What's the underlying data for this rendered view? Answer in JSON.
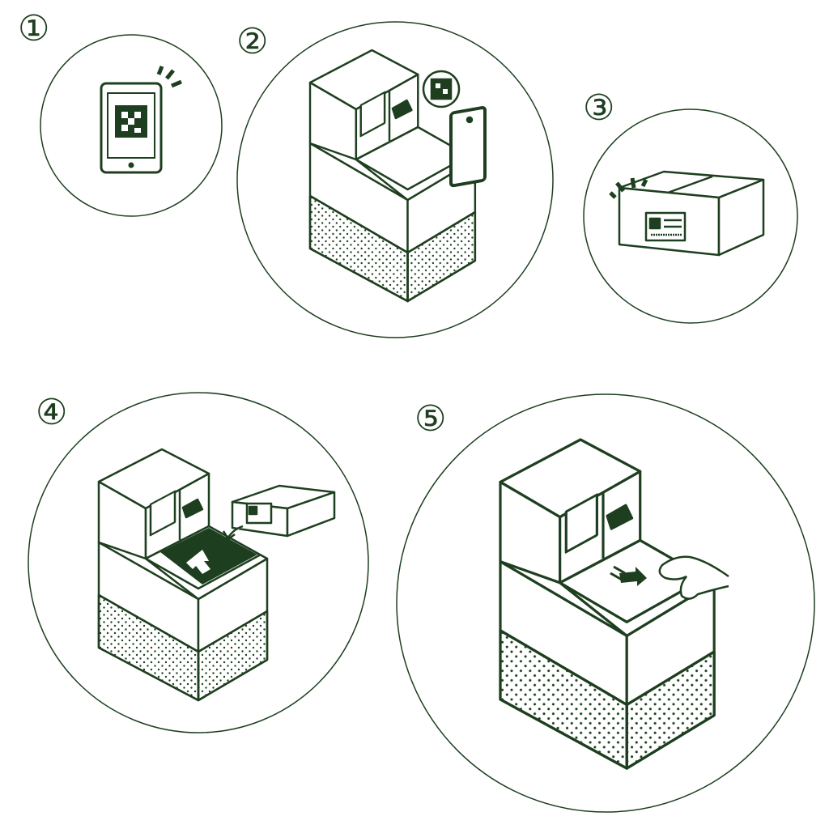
{
  "steps": [
    {
      "label": "①",
      "scene": "scan-phone-qr-code"
    },
    {
      "label": "②",
      "scene": "hold-phone-to-kiosk-scanner"
    },
    {
      "label": "③",
      "scene": "attach-label-to-box"
    },
    {
      "label": "④",
      "scene": "place-box-in-kiosk"
    },
    {
      "label": "⑤",
      "scene": "push-box-into-kiosk"
    }
  ],
  "colors": {
    "ink": "#1e3f1f",
    "background": "#ffffff"
  }
}
